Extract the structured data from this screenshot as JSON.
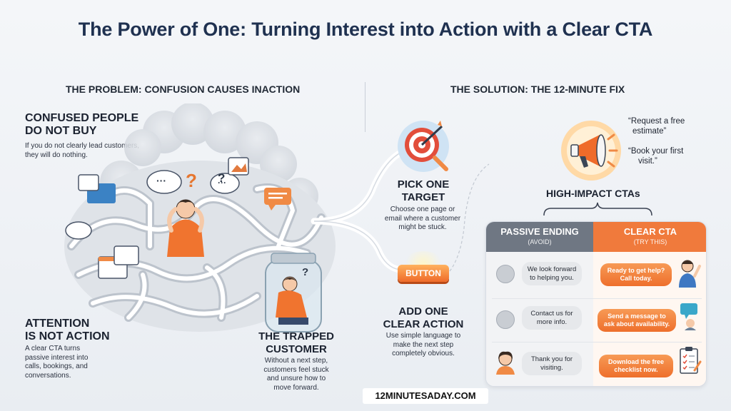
{
  "title": "The Power of One: Turning Interest into Action with a Clear CTA",
  "problem": {
    "heading": "THE PROBLEM: CONFUSION CAUSES INACTION",
    "confused": {
      "title_line1": "CONFUSED PEOPLE",
      "title_line2": "DO NOT BUY",
      "body_line1": "If you do not clearly lead customers,",
      "body_line2": "they will do nothing."
    },
    "attention": {
      "title_line1": "ATTENTION",
      "title_line2": "IS NOT ACTION",
      "body_line1": "A clear CTA turns",
      "body_line2": "passive interest into",
      "body_line3": "calls, bookings, and",
      "body_line4": "conversations."
    },
    "trapped": {
      "title_line1": "THE TRAPPED",
      "title_line2": "CUSTOMER",
      "body_line1": "Without a next step,",
      "body_line2": "customers feel stuck",
      "body_line3": "and unsure how to",
      "body_line4": "move forward."
    },
    "bubble_dots": "···",
    "question_mark": "?"
  },
  "solution": {
    "heading": "THE SOLUTION: THE 12-MINUTE FIX",
    "pick": {
      "title_line1": "PICK ONE",
      "title_line2": "TARGET",
      "body_line1": "Choose one page or",
      "body_line2": "email where a customer",
      "body_line3": "might be stuck."
    },
    "button_label": "BUTTON",
    "add": {
      "title_line1": "ADD ONE",
      "title_line2": "CLEAR ACTION",
      "body_line1": "Use simple language to",
      "body_line2": "make the next step",
      "body_line3": "completely obvious."
    },
    "quotes": {
      "q1_line1": "“Request a free",
      "q1_line2": "estimate”",
      "q2_line1": "“Book your first",
      "q2_line2": "visit.”"
    },
    "high_impact": "HIGH-IMPACT CTAs"
  },
  "table": {
    "passive_title": "PASSIVE ENDING",
    "passive_sub": "(AVOID)",
    "clear_title": "CLEAR CTA",
    "clear_sub": "(TRY THIS)",
    "rows": [
      {
        "passive_l1": "We look forward",
        "passive_l2": "to helping you.",
        "clear_l1": "Ready to get help?",
        "clear_l2": "Call today."
      },
      {
        "passive_l1": "Contact us for",
        "passive_l2": "more info.",
        "clear_l1": "Send a message to",
        "clear_l2": "ask about availability."
      },
      {
        "passive_l1": "Thank you for",
        "passive_l2": "visiting.",
        "clear_l1": "Download the free",
        "clear_l2": "checklist now."
      }
    ]
  },
  "footer": {
    "site": "12MINUTESADAY.COM"
  },
  "colors": {
    "accent": "#f07a3c",
    "navy": "#1f3150",
    "grey": "#6f7783"
  }
}
